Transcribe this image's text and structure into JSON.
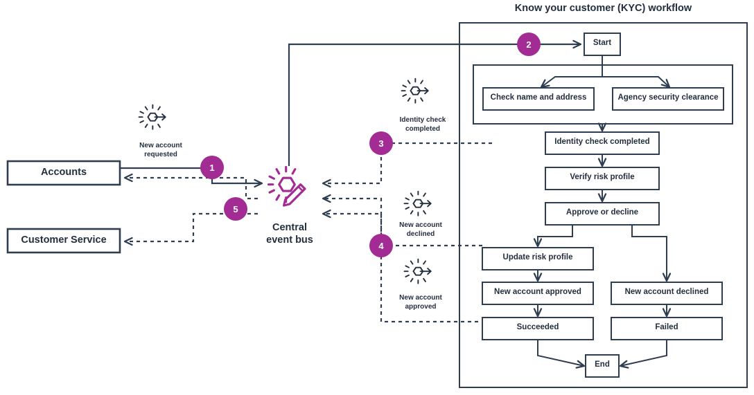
{
  "diagram": {
    "title": "Know your customer (KYC) workflow",
    "colors": {
      "accent_purple": "#A22B94",
      "line_navy": "#2E3E50",
      "text_navy": "#232F3E",
      "box_fill": "#FFFFFF",
      "page_background": "#FFFFFF"
    }
  },
  "systems": [
    {
      "name": "accounts",
      "label": "Accounts"
    },
    {
      "name": "customer-service",
      "label": "Customer Service"
    }
  ],
  "event_bus": {
    "label_line1": "Central",
    "label_line2": "event bus",
    "icon": "magic-wand-hexagon-icon"
  },
  "events": [
    {
      "name": "new-account-requested",
      "label_line1": "New account",
      "label_line2": "requested",
      "icon": "event-burst-arrow-icon"
    },
    {
      "name": "identity-check-completed",
      "label_line1": "Identity check",
      "label_line2": "completed",
      "icon": "event-burst-arrow-icon"
    },
    {
      "name": "new-account-declined",
      "label_line1": "New account",
      "label_line2": "declined",
      "icon": "event-burst-arrow-icon"
    },
    {
      "name": "new-account-approved",
      "label_line1": "New account",
      "label_line2": "approved",
      "icon": "event-burst-arrow-icon"
    }
  ],
  "step_badges": [
    {
      "name": "step-1",
      "number": "1"
    },
    {
      "name": "step-2",
      "number": "2"
    },
    {
      "name": "step-3",
      "number": "3"
    },
    {
      "name": "step-4",
      "number": "4"
    },
    {
      "name": "step-5",
      "number": "5"
    }
  ],
  "workflow": {
    "start": "Start",
    "parallel": [
      "Check name and address",
      "Agency security clearance"
    ],
    "steps": [
      "Identity check completed",
      "Verify risk profile",
      "Approve or decline"
    ],
    "approved_branch": [
      "Update risk profile",
      "New account approved",
      "Succeeded"
    ],
    "declined_branch": [
      "New account declined",
      "Failed"
    ],
    "end": "End"
  }
}
